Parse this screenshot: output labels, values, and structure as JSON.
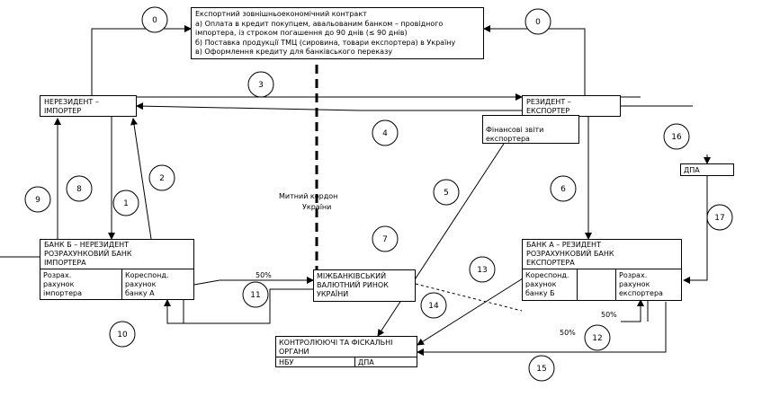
{
  "contract": {
    "title": "Експортний зовнішньоекономічний контракт",
    "line_a": "а) Оплата в кредит покупцем, авальованим банком – провідного",
    "line_a2": "імпортера, із строком погашення до 90 днів (≤ 90 днів)",
    "line_b": "б) Поставка продукції ТМЦ (сировина, товари експортера) в Україну",
    "line_c": "в) Оформлення кредиту для банківського переказу"
  },
  "nonresident": {
    "title1": "Нерезидент –",
    "title2": "імпортер"
  },
  "resident": {
    "title1": "Резидент –",
    "title2": "експортер",
    "sub1": "Фінансові звіти",
    "sub2": "експортера"
  },
  "bank_b": {
    "title": "Банк Б – нерезидент",
    "subtitle1": "розрахунковий банк",
    "subtitle2": "імпортера",
    "cell_left1": "Розрах.",
    "cell_left2": "рахунок",
    "cell_left3": "імпортера",
    "cell_right1": "Кореспонд.",
    "cell_right2": "рахунок",
    "cell_right3": "банку А"
  },
  "bank_a": {
    "title": "Банк А – резидент",
    "subtitle1": "розрахунковий банк",
    "subtitle2": "експортера",
    "cell_left1": "Кореспонд.",
    "cell_left2": "рахунок",
    "cell_left3": "банку Б",
    "cell_right1": "Розрах.",
    "cell_right2": "рахунок",
    "cell_right3": "експортера"
  },
  "market": {
    "line1": "Міжбанківський",
    "line2": "валютний ринок",
    "line3": "України"
  },
  "fiscal": {
    "title1": "Контролюючі та фіскальні",
    "title2": "органи",
    "cell_left": "НБУ",
    "cell_right": "ДПА"
  },
  "dpa": "ДПА",
  "customs": {
    "line1": "Митний кордон",
    "line2": "України"
  },
  "pct_left": "50%",
  "pct_right": "50%",
  "pct_bottom": "50%",
  "steps": [
    "0",
    "0",
    "1",
    "2",
    "3",
    "4",
    "5",
    "6",
    "7",
    "8",
    "9",
    "10",
    "11",
    "12",
    "13",
    "14",
    "15",
    "16",
    "17"
  ]
}
